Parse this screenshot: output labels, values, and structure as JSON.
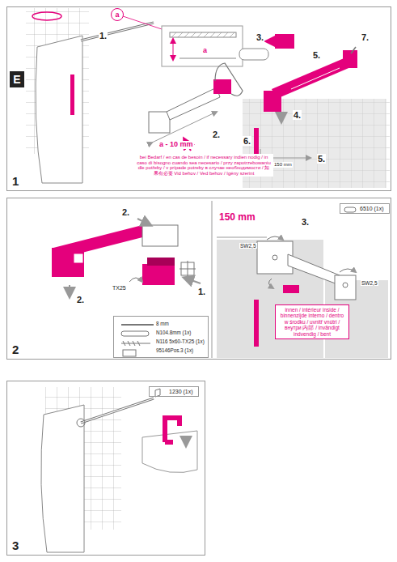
{
  "diagram": {
    "nodes": [
      {
        "text": [
          "1"
        ]
      },
      {
        "text": [
          "E"
        ],
        "in": 0
      },
      {
        "text": [
          "a"
        ],
        "in": 0
      },
      {
        "text": [
          "bei Bedarf / en cas de besoin / if necessary indien nodig / in caso di bisogno cuando sea necesario / przy zapotrzebowaniu dle potřeby / v prípade potreby в случае необходимости / 如果有必要 Vid behov / Ved behov / Igény szerint"
        ],
        "in": 0
      },
      {
        "text": [
          "2"
        ]
      },
      {
        "text": [
          "8 mm",
          "N104.8mm (1x)",
          "N116 5x60-TX25 (1x)",
          "95146Pos.3 (1x)"
        ],
        "in": 4
      },
      {
        "text": [
          "6510 (1x)"
        ],
        "in": 4
      },
      {
        "text": [
          "innen / intérieur inside / binnenzijde interno / dentro w środku / uvnitř vnútri / внутри 内部 / invändigt indvendig / bent"
        ],
        "in": 4
      },
      {
        "text": [
          "3"
        ]
      },
      {
        "text": [
          "1230 (1x)"
        ],
        "in": 8
      }
    ],
    "edges": [],
    "labels": [
      "1.",
      "a",
      "2.",
      "a - 10 mm",
      "3.",
      "7.",
      "5.",
      "4.",
      "6.",
      "5.",
      "150 mm",
      "2.",
      "2.",
      "1.",
      "TX25",
      "150 mm",
      "3.",
      "SW2,5",
      "SW2,5"
    ]
  }
}
